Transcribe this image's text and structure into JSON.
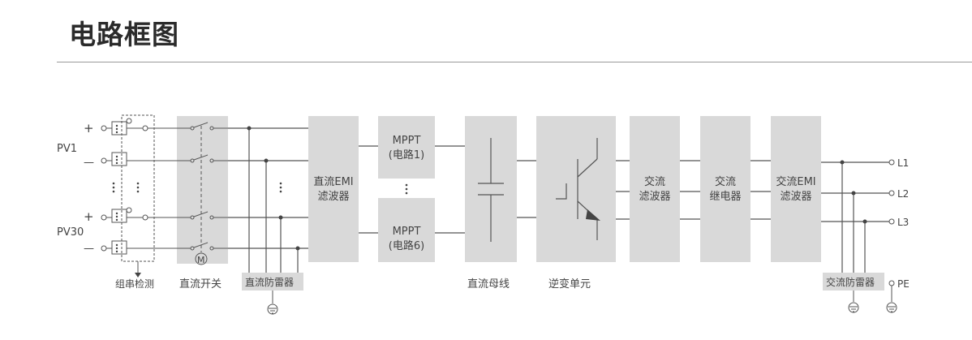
{
  "title": "电路框图",
  "inputs": {
    "pv1": "PV1",
    "pv30": "PV30",
    "plus": "+",
    "minus": "—"
  },
  "blocks": {
    "string_detection": "组串检测",
    "dc_switch": "直流开关",
    "dc_surge_protector": "直流防雷器",
    "dc_emi_filter": [
      "直流EMI",
      "滤波器"
    ],
    "mppt1": [
      "MPPT",
      "(电路1)"
    ],
    "mppt6": [
      "MPPT",
      "(电路6)"
    ],
    "dc_bus": "直流母线",
    "inverter_unit": "逆变单元",
    "ac_filter": [
      "交流",
      "滤波器"
    ],
    "ac_relay": [
      "交流",
      "继电器"
    ],
    "ac_emi_filter": [
      "交流EMI",
      "滤波器"
    ],
    "ac_surge_protector": "交流防雷器",
    "motor_symbol": "M"
  },
  "outputs": {
    "l1": "L1",
    "l2": "L2",
    "l3": "L3",
    "pe": "PE"
  }
}
